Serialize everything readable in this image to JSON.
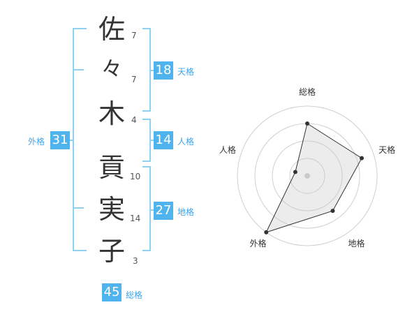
{
  "name_chars": [
    {
      "char": "佐",
      "strokes": "7"
    },
    {
      "char": "々",
      "strokes": "7"
    },
    {
      "char": "木",
      "strokes": "4"
    },
    {
      "char": "貢",
      "strokes": "10"
    },
    {
      "char": "実",
      "strokes": "14"
    },
    {
      "char": "子",
      "strokes": "3"
    }
  ],
  "fortunes": {
    "tenkaku": {
      "value": "18",
      "label": "天格"
    },
    "jinkaku": {
      "value": "14",
      "label": "人格"
    },
    "chikaku": {
      "value": "27",
      "label": "地格"
    },
    "gaikaku": {
      "value": "31",
      "label": "外格"
    },
    "soukaku": {
      "value": "45",
      "label": "総格"
    }
  },
  "colors": {
    "accent": "#4fb3ee",
    "bracket": "#8fd0f4"
  },
  "chart_data": {
    "type": "radar",
    "axes": [
      "総格",
      "天格",
      "地格",
      "外格",
      "人格"
    ],
    "values": [
      0.75,
      0.82,
      0.62,
      1.0,
      0.18
    ],
    "rings": 4,
    "max": 1
  }
}
